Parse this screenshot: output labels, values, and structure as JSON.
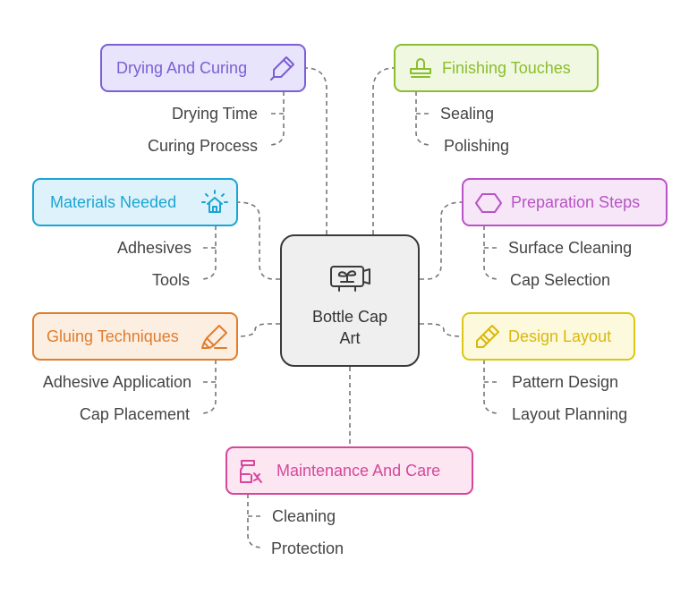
{
  "center": {
    "label": "Bottle Cap\nArt",
    "icon": "bottle-cap-art-icon"
  },
  "branches": {
    "drying": {
      "title": "Drying And Curing",
      "icon": "pen-icon",
      "items": [
        "Drying Time",
        "Curing Process"
      ]
    },
    "materials": {
      "title": "Materials Needed",
      "icon": "house-icon",
      "items": [
        "Adhesives",
        "Tools"
      ]
    },
    "gluing": {
      "title": "Gluing Techniques",
      "icon": "highlighter-icon",
      "items": [
        "Adhesive Application",
        "Cap Placement"
      ]
    },
    "maintenance": {
      "title": "Maintenance And Care",
      "icon": "cleaning-spray-icon",
      "items": [
        "Cleaning",
        "Protection"
      ]
    },
    "finishing": {
      "title": "Finishing Touches",
      "icon": "stamp-icon",
      "items": [
        "Sealing",
        "Polishing"
      ]
    },
    "preparation": {
      "title": "Preparation Steps",
      "icon": "hexagon-icon",
      "items": [
        "Surface Cleaning",
        "Cap Selection"
      ]
    },
    "design": {
      "title": "Design Layout",
      "icon": "pencil-icon",
      "items": [
        "Pattern Design",
        "Layout Planning"
      ]
    }
  },
  "colors": {
    "drying": {
      "text": "#7b5fd6",
      "fill": "#e8e4fb",
      "border": "#7b5fd6"
    },
    "materials": {
      "text": "#1aa5d4",
      "fill": "#ddf2fa",
      "border": "#1aa5d4"
    },
    "gluing": {
      "text": "#e07d2c",
      "fill": "#fdeee2",
      "border": "#e07d2c"
    },
    "maintenance": {
      "text": "#d6479c",
      "fill": "#fbe6f1",
      "border": "#d6479c"
    },
    "finishing": {
      "text": "#8cbd2c",
      "fill": "#f0f8e2",
      "border": "#8cbd2c"
    },
    "preparation": {
      "text": "#b853c4",
      "fill": "#f6e6f8",
      "border": "#b853c4"
    },
    "design": {
      "text": "#d9b80c",
      "fill": "#fdf9dd",
      "border": "#d9c714"
    },
    "connector": "#777777",
    "center_border": "#3a3a3a",
    "center_fill": "#efefef"
  }
}
